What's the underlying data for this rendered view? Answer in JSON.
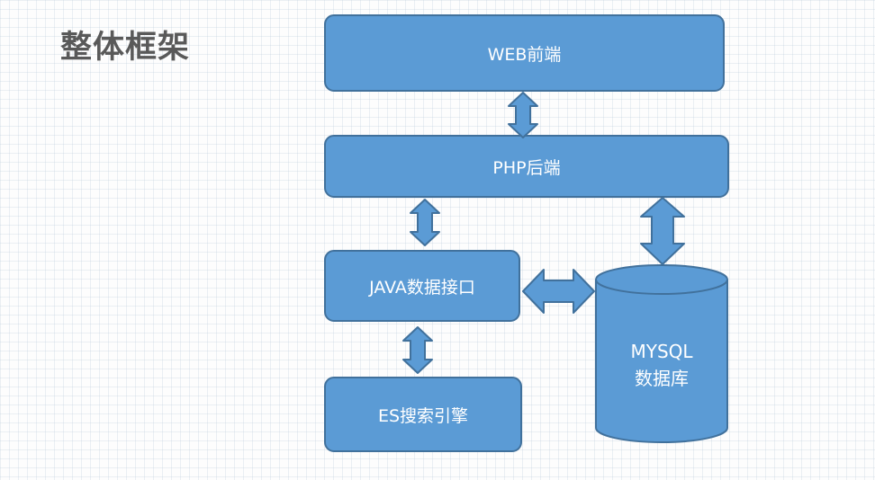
{
  "title": "整体框架",
  "nodes": {
    "web": "WEB前端",
    "php": "PHP后端",
    "java": "JAVA数据接口",
    "es": "ES搜索引擎",
    "mysql_line1": "MYSQL",
    "mysql_line2": "数据库"
  },
  "edges": [
    {
      "from": "web",
      "to": "php",
      "type": "bidirectional"
    },
    {
      "from": "php",
      "to": "java",
      "type": "bidirectional"
    },
    {
      "from": "php",
      "to": "mysql",
      "type": "bidirectional"
    },
    {
      "from": "java",
      "to": "mysql",
      "type": "bidirectional"
    },
    {
      "from": "java",
      "to": "es",
      "type": "bidirectional"
    }
  ],
  "colors": {
    "node_fill": "#5b9bd5",
    "node_border": "#41719c",
    "title_text": "#595959",
    "node_text": "#ffffff"
  }
}
